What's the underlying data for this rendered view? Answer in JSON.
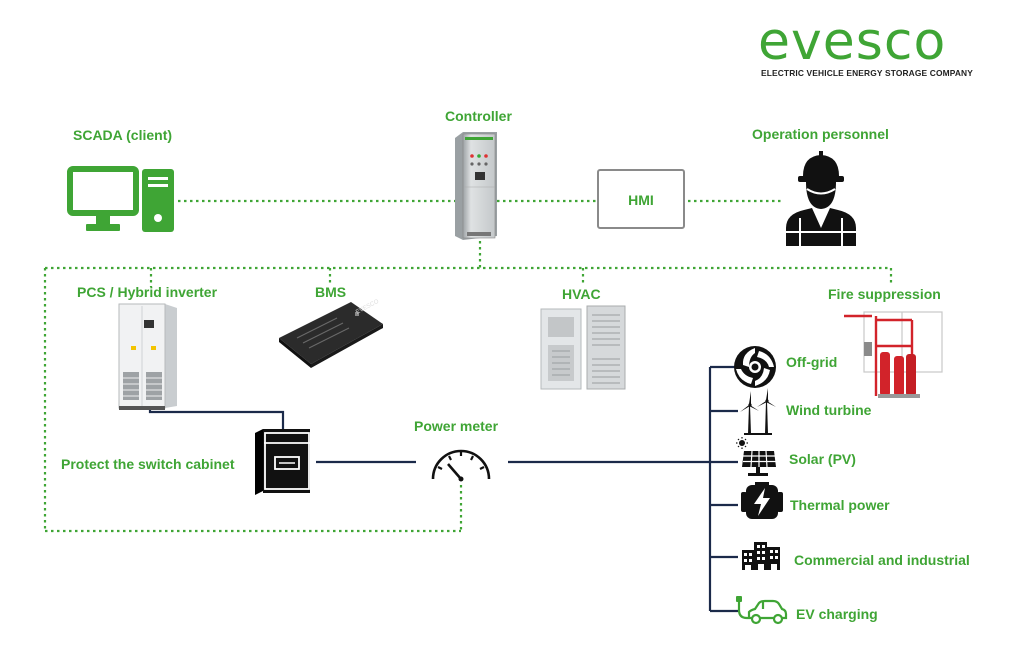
{
  "logo": {
    "wordmark": "evesco",
    "tagline": "ELECTRIC VEHICLE ENERGY STORAGE COMPANY"
  },
  "nodes": {
    "scada": "SCADA (client)",
    "controller": "Controller",
    "hmi": "HMI",
    "operation": "Operation personnel",
    "pcs": "PCS / Hybrid inverter",
    "bms": "BMS",
    "bms_device_text": "EVESCO",
    "hvac": "HVAC",
    "fire": "Fire suppression",
    "switch_cabinet": "Protect the switch cabinet",
    "power_meter": "Power meter"
  },
  "loads": [
    {
      "label": "Off-grid",
      "icon": "off-grid-icon"
    },
    {
      "label": "Wind turbine",
      "icon": "wind-turbine-icon"
    },
    {
      "label": "Solar (PV)",
      "icon": "solar-panel-icon"
    },
    {
      "label": "Thermal power",
      "icon": "thermal-power-icon"
    },
    {
      "label": "Commercial and industrial",
      "icon": "buildings-icon"
    },
    {
      "label": "EV charging",
      "icon": "ev-car-icon"
    }
  ],
  "colors": {
    "brand_green": "#3fa535",
    "power_line": "#1b2a4a",
    "comm_line_green": "#3fa535",
    "fire_red": "#d2232a"
  }
}
